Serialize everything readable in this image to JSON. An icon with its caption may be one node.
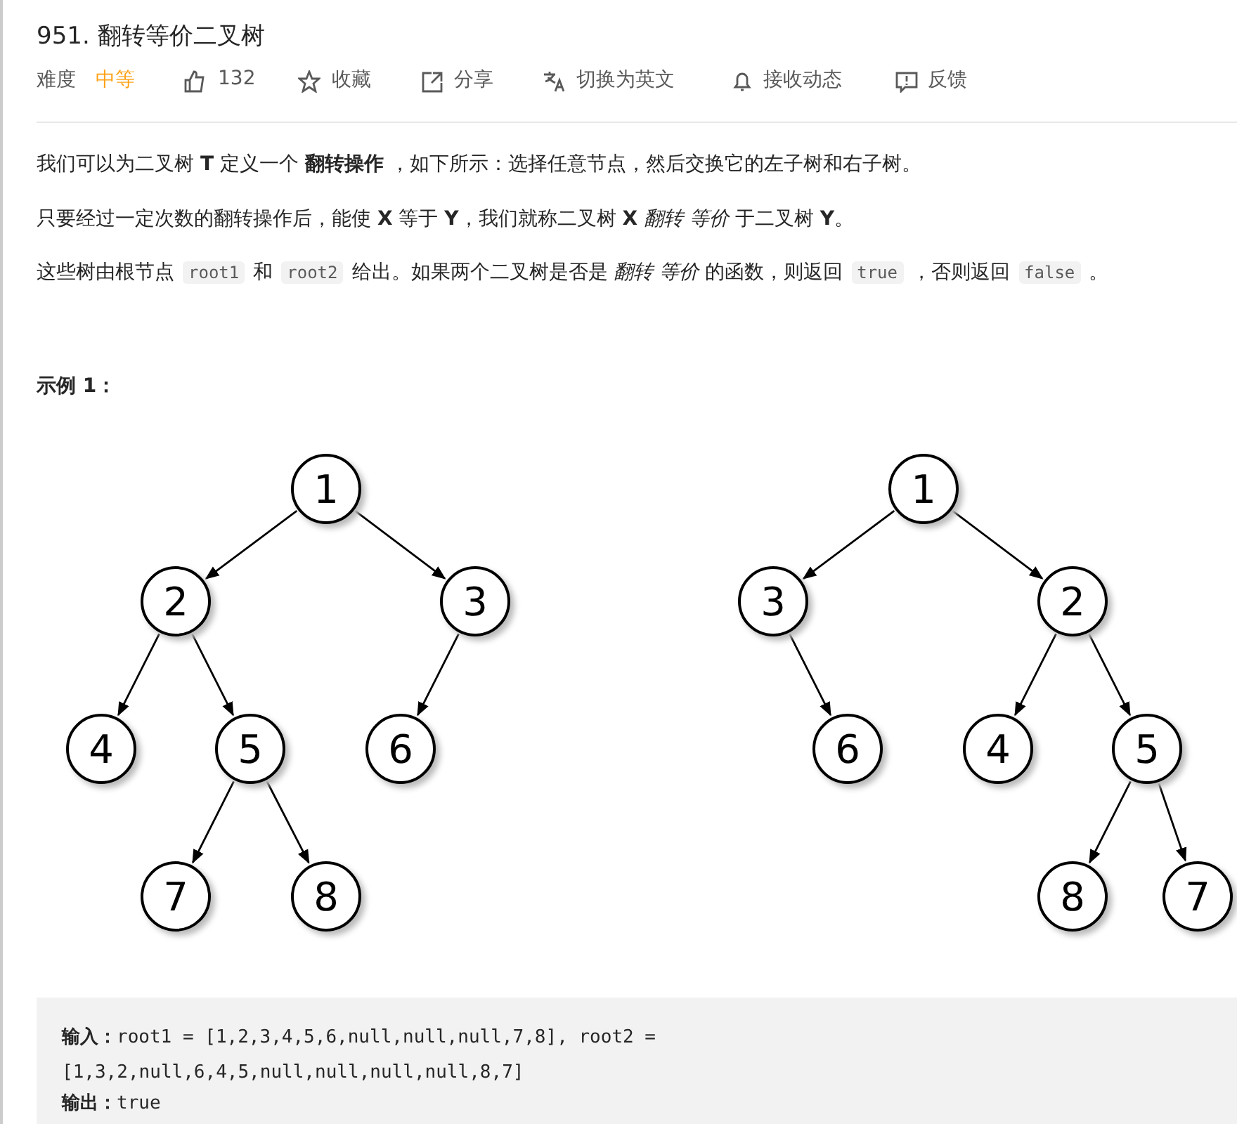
{
  "diagram": {
    "title": "951. 翻转等价二叉树",
    "nodes": [
      {
        "text": [
          "1"
        ]
      },
      {
        "text": [
          "2"
        ]
      },
      {
        "text": [
          "3"
        ]
      },
      {
        "text": [
          "4"
        ]
      },
      {
        "text": [
          "5"
        ]
      },
      {
        "text": [
          "6"
        ]
      },
      {
        "text": [
          "7"
        ]
      },
      {
        "text": [
          "8"
        ]
      },
      {
        "text": [
          "1"
        ]
      },
      {
        "text": [
          "3"
        ]
      },
      {
        "text": [
          "2"
        ]
      },
      {
        "text": [
          "6"
        ]
      },
      {
        "text": [
          "4"
        ]
      },
      {
        "text": [
          "5"
        ]
      },
      {
        "text": [
          "8"
        ]
      },
      {
        "text": [
          "7"
        ]
      }
    ],
    "edges": [
      {
        "from": 0,
        "to": 1,
        "arrow": "to"
      },
      {
        "from": 0,
        "to": 2,
        "arrow": "to"
      },
      {
        "from": 1,
        "to": 3,
        "arrow": "to"
      },
      {
        "from": 1,
        "to": 4,
        "arrow": "to"
      },
      {
        "from": 2,
        "to": 5,
        "arrow": "to"
      },
      {
        "from": 4,
        "to": 6,
        "arrow": "to"
      },
      {
        "from": 4,
        "to": 7,
        "arrow": "to"
      },
      {
        "from": 8,
        "to": 9,
        "arrow": "to"
      },
      {
        "from": 8,
        "to": 10,
        "arrow": "to"
      },
      {
        "from": 9,
        "to": 11,
        "arrow": "to"
      },
      {
        "from": 10,
        "to": 12,
        "arrow": "to"
      },
      {
        "from": 10,
        "to": 13,
        "arrow": "to"
      },
      {
        "from": 13,
        "to": 14,
        "arrow": "to"
      },
      {
        "from": 13,
        "to": 15,
        "arrow": "to"
      }
    ],
    "labels": [
      "难度",
      "中等",
      "132",
      "收藏",
      "分享",
      "切换为英文",
      "接收动态",
      "反馈",
      "我们可以为二叉树 **T** 定义一个 **翻转操作** ，如下所示：选择任意节点，然后交换它的左子树和右子树。",
      "只要经过一定次数的翻转操作后，能使 **X** 等于 **Y**，我们就称二叉树 **X** *翻转 等价* 于二叉树 **Y**。",
      "这些树由根节点",
      "root1",
      "和",
      "root2",
      "给出。如果两个二叉树是否是 *翻转 等价* 的函数，则返回",
      "true",
      "，否则返回",
      "false",
      "。",
      "示例 1：",
      "**输入：**root1 = [1,2,3,4,5,6,null,null,null,7,8], root2 = [1,3,2,null,6,4,5,null,null,null,null,8,7]",
      "**输出：**true"
    ]
  }
}
